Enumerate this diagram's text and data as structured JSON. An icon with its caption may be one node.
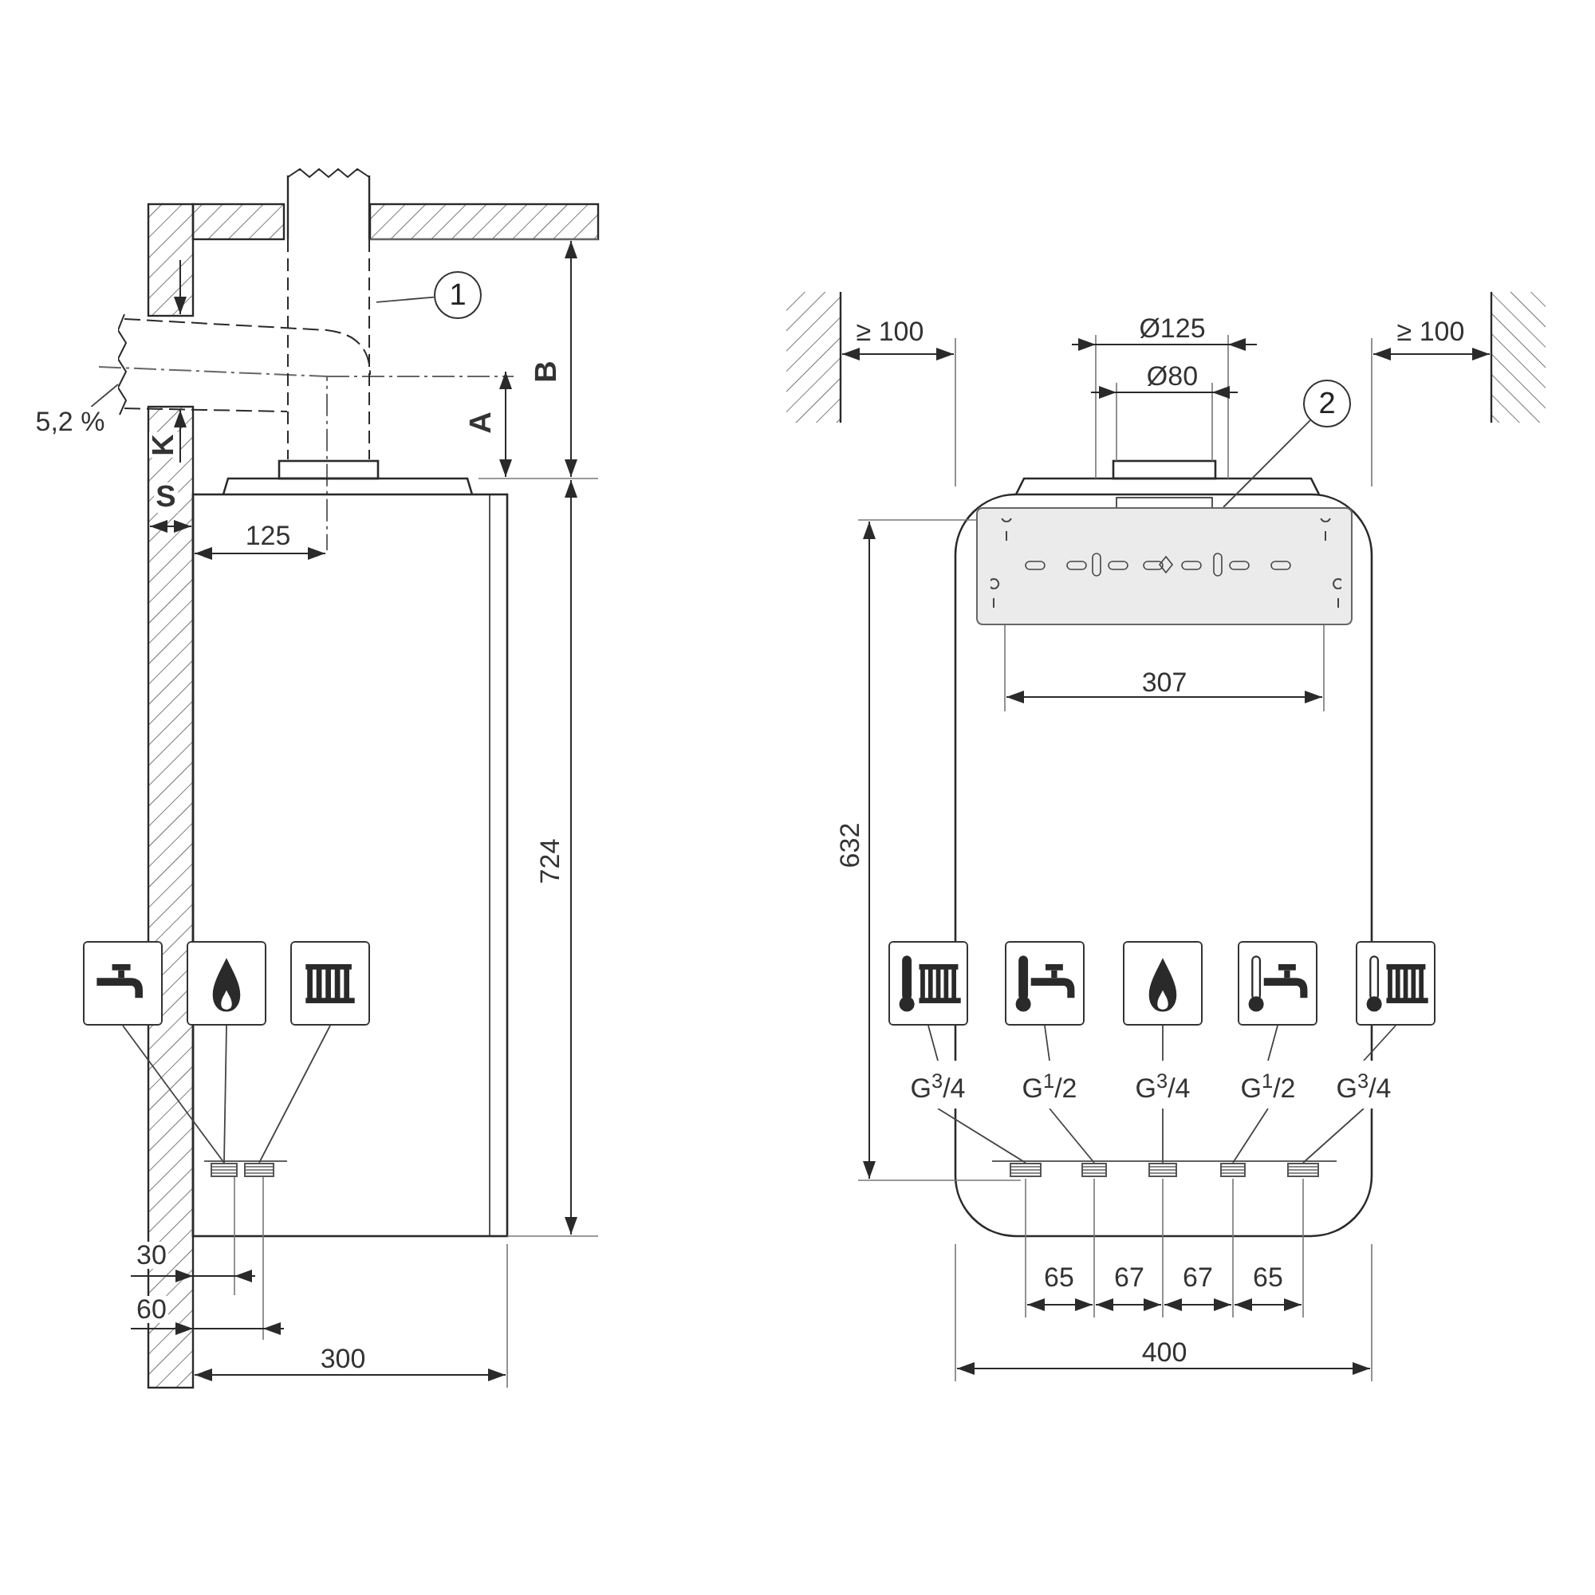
{
  "diagram": {
    "nodes": [
      {
        "text": [
          "1"
        ]
      },
      {
        "text": [],
        "shape": "picture"
      },
      {
        "text": [
          "2"
        ]
      },
      {
        "text": [],
        "shape": "picture"
      },
      {
        "text": [],
        "shape": "picture"
      },
      {
        "text": [],
        "shape": "picture"
      },
      {
        "text": [],
        "shape": "picture"
      },
      {
        "text": [],
        "shape": "bar"
      },
      {
        "text": [],
        "shape": "bar"
      },
      {
        "text": [],
        "shape": "picture"
      },
      {
        "text": [],
        "shape": "picture"
      },
      {
        "text": [],
        "shape": "picture"
      },
      {
        "text": [],
        "shape": "picture"
      },
      {
        "text": [],
        "shape": "picture"
      },
      {
        "text": [
          "G$^{3}$/4"
        ]
      },
      {
        "text": [
          "G$^{1}$/2"
        ]
      },
      {
        "text": [
          "G$^{3}$/4"
        ]
      },
      {
        "text": [
          "G$^{1}$/2"
        ]
      },
      {
        "text": [
          "G$^{3}$/4"
        ]
      },
      {
        "text": [],
        "shape": "bar"
      },
      {
        "text": [],
        "shape": "bar"
      },
      {
        "text": [],
        "shape": "bar"
      },
      {
        "text": [],
        "shape": "bar"
      },
      {
        "text": [],
        "shape": "bar"
      },
      {
        "text": [
          "5,2 %"
        ]
      }
    ],
    "edges": [
      {
        "from": 0,
        "to": 1,
        "arrow": "none"
      },
      {
        "from": 2,
        "to": 3,
        "arrow": "none"
      },
      {
        "from": 4,
        "to": 7,
        "arrow": "none"
      },
      {
        "from": 5,
        "to": 7,
        "arrow": "none"
      },
      {
        "from": 6,
        "to": 8,
        "arrow": "none"
      },
      {
        "from": 9,
        "to": 14,
        "arrow": "none"
      },
      {
        "from": 14,
        "to": 19,
        "arrow": "none"
      },
      {
        "from": 10,
        "to": 15,
        "arrow": "none"
      },
      {
        "from": 15,
        "to": 20,
        "arrow": "none"
      },
      {
        "from": 11,
        "to": 16,
        "arrow": "none"
      },
      {
        "from": 16,
        "to": 21,
        "arrow": "none"
      },
      {
        "from": 12,
        "to": 17,
        "arrow": "none"
      },
      {
        "from": 17,
        "to": 22,
        "arrow": "none"
      },
      {
        "from": 13,
        "to": 18,
        "arrow": "none"
      },
      {
        "from": 18,
        "to": 23,
        "arrow": "none"
      },
      {
        "from": 24,
        "to": 1,
        "arrow": "none"
      }
    ],
    "labels": [
      "Ø125",
      "≥ 100",
      "≥ 100",
      "B",
      "Ø80",
      "A",
      "K",
      "S",
      "125",
      "307",
      "632",
      "724",
      "30",
      "60",
      "65",
      "67",
      "67",
      "65",
      "400",
      "300"
    ]
  }
}
